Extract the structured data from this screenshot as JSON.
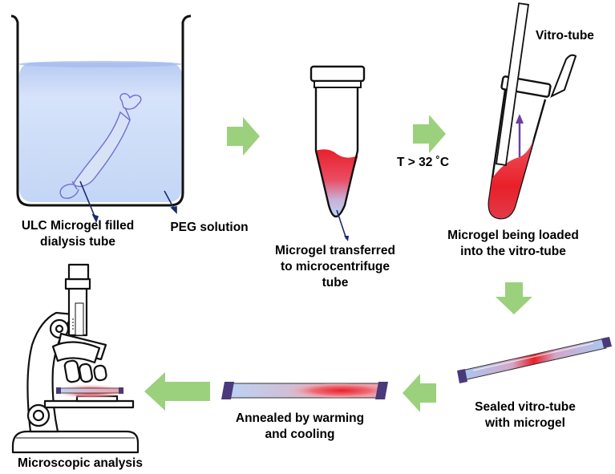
{
  "colors": {
    "arrow": "#9bd17d",
    "liquid": "#c9daf6",
    "microgel_red": "#e8202a",
    "microgel_blue": "#aac8f2",
    "seal": "#4a3a7a",
    "bag": "#6f6fd0",
    "tube_outline": "#111111"
  },
  "steps": {
    "beaker": {
      "label_left": [
        "ULC Microgel filled",
        "dialysis tube"
      ],
      "label_right": "PEG solution"
    },
    "microcentrifuge": {
      "label": [
        "Microgel transferred",
        "to microcentrifuge",
        "tube"
      ]
    },
    "temperature": "T > 32 ˚C",
    "vitro_loading": {
      "tube_label": "Vitro-tube",
      "label": [
        "Microgel being loaded",
        "into the vitro-tube"
      ]
    },
    "sealed": {
      "label": [
        "Sealed vitro-tube",
        "with microgel"
      ]
    },
    "annealed": {
      "label": [
        "Annealed by warming",
        "and cooling"
      ]
    },
    "microscope": {
      "label": "Microscopic analysis"
    }
  },
  "icons": [
    "beaker-icon",
    "dialysis-bag-icon",
    "microcentrifuge-tube-icon",
    "vitro-tube-icon",
    "sealed-capillary-icon",
    "microscope-icon",
    "flow-arrow-icon"
  ]
}
